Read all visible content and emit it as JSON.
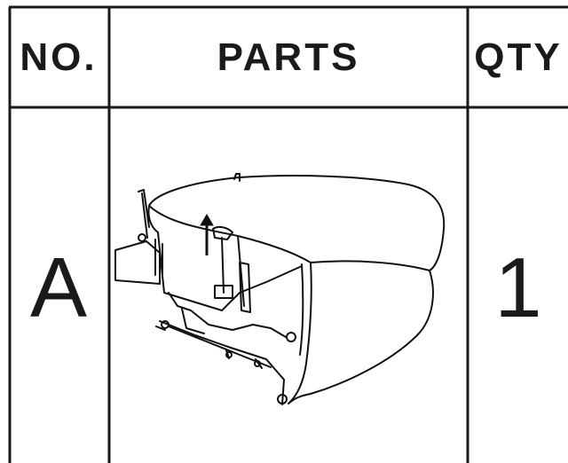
{
  "table": {
    "headers": {
      "no": "NO.",
      "parts": "PARTS",
      "qty": "QTY"
    },
    "rows": [
      {
        "no": "A",
        "qty": "1",
        "part_icon": "seat-cushion-icon"
      }
    ]
  }
}
